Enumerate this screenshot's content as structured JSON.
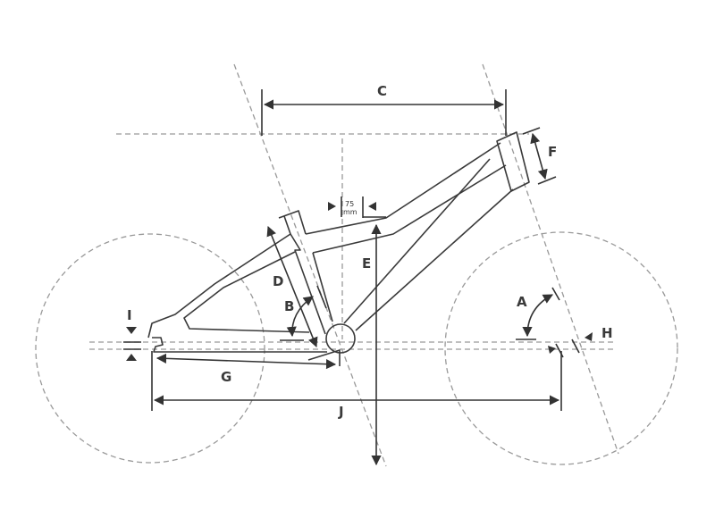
{
  "labels": {
    "A": "A",
    "B": "B",
    "C": "C",
    "D": "D",
    "E": "E",
    "F": "F",
    "G": "G",
    "H": "H",
    "I": "I",
    "J": "J",
    "offset_value": "75",
    "offset_unit": "mm"
  },
  "colors": {
    "line": "#3a3a3a",
    "dashed": "#999999"
  }
}
